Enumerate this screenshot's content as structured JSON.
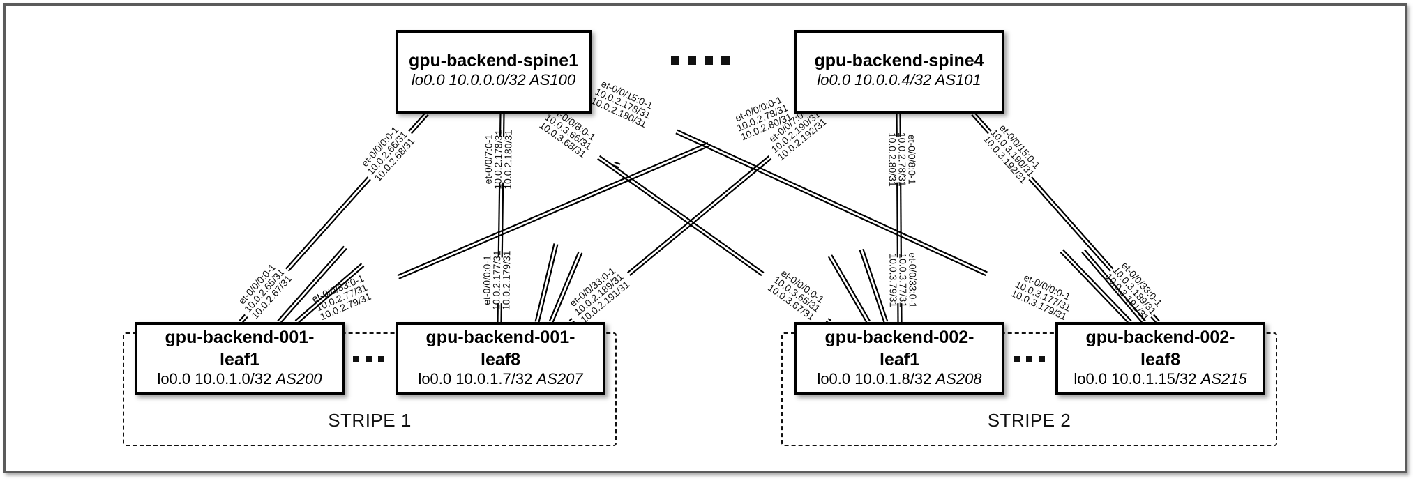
{
  "spines": [
    {
      "id": "spine1",
      "name": "gpu-backend-spine1",
      "loopback": "lo0.0 10.0.0.0/32 AS100"
    },
    {
      "id": "spine4",
      "name": "gpu-backend-spine4",
      "loopback": "lo0.0 10.0.0.4/32 AS101"
    }
  ],
  "leaves": [
    {
      "id": "s1l1",
      "name_line1": "gpu-backend-001-",
      "name_line2": "leaf1",
      "loopback": "lo0.0 10.0.1.0/32",
      "as": "AS200"
    },
    {
      "id": "s1l8",
      "name_line1": "gpu-backend-001-",
      "name_line2": "leaf8",
      "loopback": "lo0.0 10.0.1.7/32",
      "as": "AS207"
    },
    {
      "id": "s2l1",
      "name_line1": "gpu-backend-002-",
      "name_line2": "leaf1",
      "loopback": "lo0.0 10.0.1.8/32",
      "as": "AS208"
    },
    {
      "id": "s2l8",
      "name_line1": "gpu-backend-002-",
      "name_line2": "leaf8",
      "loopback": "lo0.0 10.0.1.15/32",
      "as": "AS215"
    }
  ],
  "stripes": [
    {
      "label": "STRIPE 1"
    },
    {
      "label": "STRIPE 2"
    }
  ],
  "links": [
    {
      "from": "spine1",
      "to": "s1l1",
      "spine_label": [
        "et-0/0/0:0-1",
        "10.0.2.66/31",
        "10.0.2.68/31"
      ],
      "leaf_label": [
        "et-0/0/0:0-1",
        "10.0.2.65/31",
        "10.0.2.67/31"
      ]
    },
    {
      "from": "spine1",
      "to": "s1l8",
      "spine_label": [
        "et-0/0/7:0-1",
        "10.0.2.178/31",
        "10.0.2.180/31"
      ],
      "leaf_label": [
        "et-0/0/0:0-1",
        "10.0.2.177/31",
        "10.0.2.179/31"
      ]
    },
    {
      "from": "spine1",
      "to": "s2l1",
      "spine_label": [
        "et-0/0/8:0-1",
        "10.0.3.66/31",
        "10.0.3.68/31"
      ],
      "leaf_label": [
        "et-0/0/0:0-1",
        "10.0.3.65/31",
        "10.0.3.67/31"
      ]
    },
    {
      "from": "spine1",
      "to": "s2l8",
      "spine_label": [
        "et-0/0/15:0-1",
        "10.0.2.178/31",
        "10.0.2.180/31"
      ],
      "leaf_label": [
        "et-0/0/0:0-1",
        "10.0.3.177/31",
        "10.0.3.179/31"
      ]
    },
    {
      "from": "spine4",
      "to": "s1l1",
      "spine_label": [
        "et-0/0/0:0-1",
        "10.0.2.78/31",
        "10.0.2.80/31"
      ],
      "leaf_label": [
        "et-0/0/33:0-1",
        "10.0.2.77/31",
        "10.0.2.79/31"
      ]
    },
    {
      "from": "spine4",
      "to": "s1l8",
      "spine_label": [
        "et-0/0/7:0-1",
        "10.0.2.190/31",
        "10.0.2.192/31"
      ],
      "leaf_label": [
        "et-0/0/33:0-1",
        "10.0.2.189/31",
        "10.0.2.191/31"
      ]
    },
    {
      "from": "spine4",
      "to": "s2l1",
      "spine_label": [
        "et-0/0/8:0-1",
        "10.0.2.78/31",
        "10.0.2.80/31"
      ],
      "leaf_label": [
        "et-0/0/33:0-1",
        "10.0.3.77/31",
        "10.0.3.79/31"
      ]
    },
    {
      "from": "spine4",
      "to": "s2l8",
      "spine_label": [
        "et-0/0/15:0-1",
        "10.0.3.190/31",
        "10.0.3.192/31"
      ],
      "leaf_label": [
        "et-0/0/33:0-1",
        "10.0.3.189/31",
        "10.0.3.191/31"
      ]
    }
  ],
  "ellipsis": {
    "spines": "....",
    "leaves": "..."
  }
}
